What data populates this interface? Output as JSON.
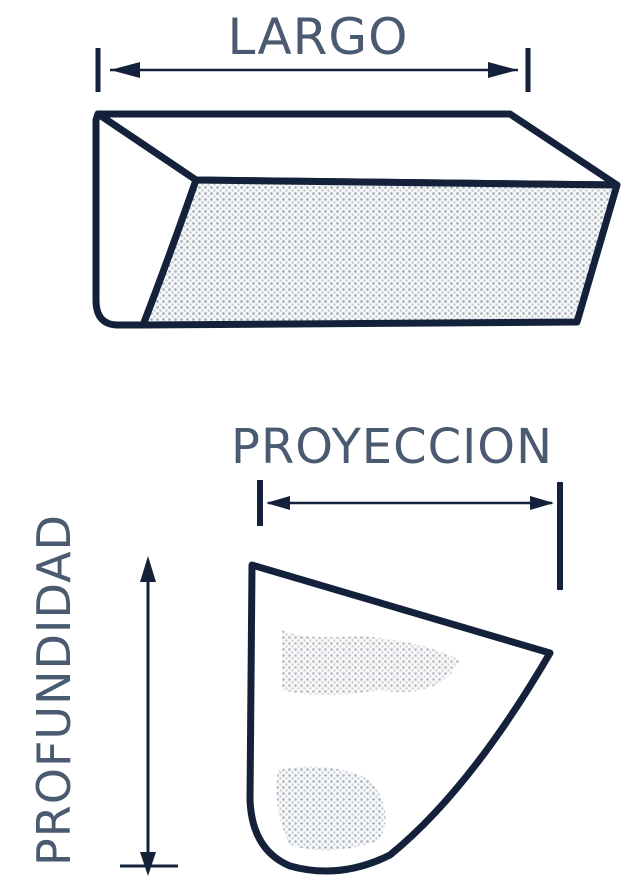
{
  "labels": {
    "length": "LARGO",
    "projection": "PROYECCION",
    "depth": "PROFUNDIDAD"
  },
  "colors": {
    "ink": "#14213a",
    "label": "#4a5a70",
    "fill_dots": "#a9b0b8"
  }
}
